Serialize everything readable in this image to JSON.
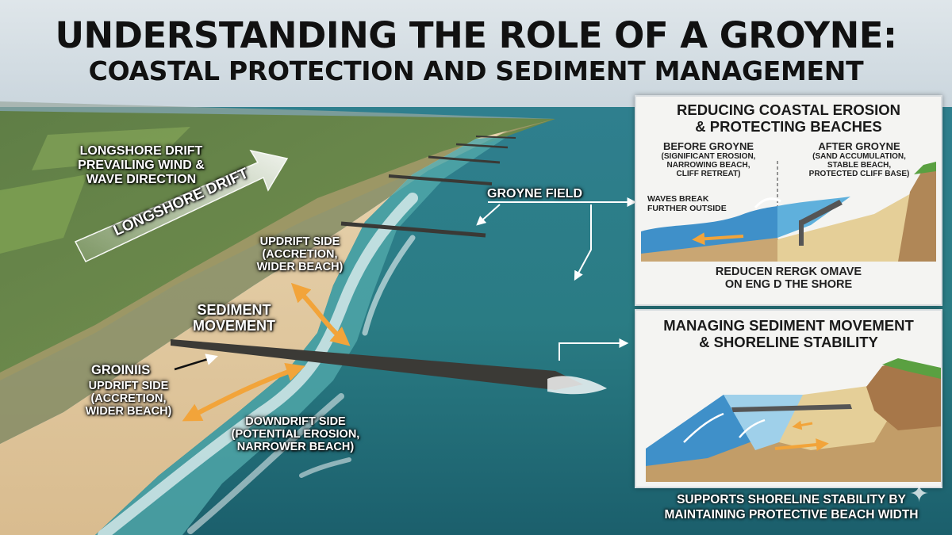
{
  "title": {
    "line1": "UNDERSTANDING THE ROLE OF A GROYNE:",
    "line2": "COASTAL PROTECTION AND SEDIMENT MANAGEMENT"
  },
  "labels": {
    "longshore_drift_heading": "LONGSHORE DRIFT",
    "prevailing_wind_line1": "PREVAILING WIND &",
    "prevailing_wind_line2": "WAVE DIRECTION",
    "longshore_drift_arrow": "LONGSHORE DRIFT",
    "groyne_field": "GROYNE FIELD",
    "updrift_top_title": "UPDRIFT SIDE",
    "updrift_top_line1": "(ACCRETION,",
    "updrift_top_line2": "WIDER BEACH)",
    "sediment_line1": "SEDIMENT",
    "sediment_line2": "MOVEMENT",
    "groins": "GROINIIS",
    "updrift_bottom_title": "UPDRIFT SIDE",
    "updrift_bottom_line1": "(ACCRETION,",
    "updrift_bottom_line2": "WIDER BEACH)",
    "downdrift_title": "DOWNDRIFT SIDE",
    "downdrift_line1": "(POTENTIAL EROSION,",
    "downdrift_line2": "NARROWER BEACH)"
  },
  "panel_top": {
    "title_line1": "REDUCING COASTAL EROSION",
    "title_line2": "& PROTECTING BEACHES",
    "before_title": "BEFORE GROYNE",
    "before_line1": "(SIGNIFICANT EROSION,",
    "before_line2": "NARROWING BEACH,",
    "before_line3": "CLIFF RETREAT)",
    "after_title": "AFTER GROYNE",
    "after_line1": "(SAND ACCUMULATION,",
    "after_line2": "STABLE BEACH,",
    "after_line3": "PROTECTED CLIFF BASE)",
    "waves_line1": "WAVES BREAK",
    "waves_line2": "FURTHER OUTSIDE",
    "bottom_line1": "REDUCEN RERGK OMAVE",
    "bottom_line2": "ON ENG D THE SHORE"
  },
  "panel_bottom": {
    "title_line1": "MANAGING SEDIMENT MOVEMENT",
    "title_line2": "& SHORELINE STABILITY"
  },
  "footer": {
    "line1": "SUPPORTS SHORELINE STABILITY BY",
    "line2": "MAINTAINING PROTECTIVE BEACH WIDTH"
  },
  "colors": {
    "sea_deep": "#1f6e7a",
    "sea_shallow": "#3b9aa0",
    "sand": "#e3cba4",
    "land_green": "#587a3a",
    "arrow_orange": "#f2a43a",
    "panel_bg": "#f4f4f2"
  },
  "icons": {
    "sparkle": "✦"
  }
}
